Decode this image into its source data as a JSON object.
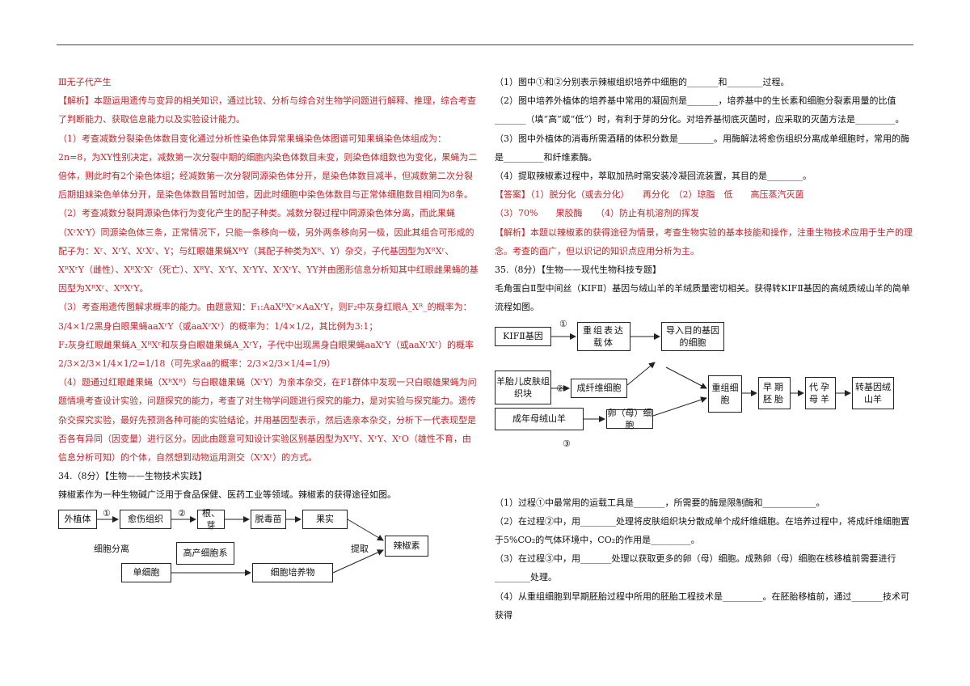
{
  "left": {
    "paras": [
      {
        "text": "Ⅲ无子代产生",
        "cls": "red"
      },
      {
        "text": "【解析】本题运用遗传与变异的相关知识，通过比较、分析与综合对生物学问题进行解释、推理，综合考查了判断能力、获取信息能力以及实验设计能力。",
        "cls": "red"
      },
      {
        "text": "（1）考查减数分裂染色体数目变化通过分析性染色体异常果蝇染色体图谱可知果蝇染色体组成为：2n=8，为XY性别决定，减数第一次分裂中期的细胞内染色体数目未变，则染色体组数也为变化，果蝇为二倍体，则此时有2个染色体组；经减数第一次分裂同源染色体分开，是染色体数目减半，但减数第二次分裂后期姐妹染色单体分开，是染色体数目暂时加倍，因此时细胞中染色体数目与正常体细胞数目相同为8条。",
        "cls": "red"
      },
      {
        "text": "（2）考查减数分裂同源染色体行为变化产生的配子种类。减数分裂过程中同源染色体分离，而此果蝇（XʳXʳY）同源染色体三条，正常情况下，只能一条移向一极，另外两条移向另一极，因此其组合可形成的配子为：Xʳ、XʳY、XʳXʳ、Y；与红眼雄果蝇XᴿY（其配子种类为Xᴿ、Y）杂交，子代基因型为XᴿXʳ、XᴿXʳY（雌性）、XᴿXʳXʳ（死亡）、XᴿY、XʳY、XʳYY、XʳXʳY、YY并由图形信息分析知其中红眼雌果蝇的基因型为XᴿXʳ、XᴿXʳY。",
        "cls": "red"
      },
      {
        "text": "（3）考查用遗传图解求概率的能力。由题意知：F₁:AaXᴿXʳ×AaXʳY，则F₂中灰身红眼A_Xᴿ_的概率为：3/4×1/2黑身白眼果蝇aaXʳY（或aaXʳXʳ）的概率为：1/4×1/2，其比例为3:1；",
        "cls": "red"
      },
      {
        "text": "F₂灰身红眼雌果蝇A_XᴿXʳ和灰身白眼雄果蝇A_XʳY，子代中出现黑身白眼果蝇aaXʳY（或aaXʳXʳ）的概率2/3×2/3×1/4×1/2=1/18（可先求aa的概率：2/3×2/3×1/4=1/9）",
        "cls": "red"
      },
      {
        "text": "（4）题通过红眼雌果蝇（XᴿXᴿ）与白眼雄果蝇（XʳY）为亲本杂交，在F1群体中发现一只白眼雄果蝇为问题情境考查设计实验，问题探究的能力，考查了对生物学问题进行探究的能力，是对实验与探究能力。遗传杂交探究实验，最好先预测各种可能的实验结论，并用基因型表示，然后选亲本杂交，分析下一代表现型是否各有异同（因变量）进行区分。因此由题意可知设计实验区别基因型为XᴿY、XʳY、XʳO（雄性不育，由信息分析可知）的个体，自然想到动物运用测交（XʳXʳ）的方式。",
        "cls": "red"
      },
      {
        "text": "34.（8分）【生物——生物技术实践】",
        "cls": ""
      },
      {
        "text": "辣椒素作为一种生物碱广泛用于食品保健、医药工业等领域。辣椒素的获得途径如图。",
        "cls": ""
      }
    ],
    "diagram": {
      "boxes": {
        "explant": "外植体",
        "callus": "愈伤组织",
        "root_bud": "根、芽",
        "virus_free": "脱毒苗",
        "fruit": "果实",
        "capsaicin": "辣椒素",
        "high_yield": "高产细胞系",
        "single_cell": "单细胞",
        "cell_culture": "细胞培养物"
      },
      "labels": {
        "step1": "①",
        "step2": "②",
        "cell_sep": "细胞分离",
        "extract": "提取"
      }
    }
  },
  "right": {
    "paras_top": [
      {
        "text": "（1）图中①和②分别表示辣椒组织培养中细胞的_______和________过程。",
        "cls": ""
      },
      {
        "text": "（2）图中培养外植体的培养基中常用的凝固剂是_______，培养基中的生长素和细胞分裂素用量的比值_______（填“高”或“低”）时，有利于芽的分化。对培养基彻底灭菌时，应采取的灭菌方法是_________。",
        "cls": ""
      },
      {
        "text": "（3）图中外植体的消毒所需酒精的体积分数是________。用酶解法将愈伤组织分离成单细胞时，常用的酶是_________和纤维素酶。",
        "cls": ""
      },
      {
        "text": "（4）提取辣椒素过程中，萃取加热时需安装冷凝回流装置，其目的是________。",
        "cls": ""
      },
      {
        "text": "【答案】（1）脱分化（或去分化）　　再分化　（2）琼脂　低　　高压蒸汽灭菌",
        "cls": "red"
      },
      {
        "text": "（3）70%　　果胶酶　　（4）防止有机溶剂的挥发",
        "cls": "red"
      },
      {
        "text": "【解析】本题以辣椒素的获得途径为情景，考查生物实验的基本技能和操作，注重生物技术应用于生产的理念。考查的面广，但以识记的知识点应用分析为主。",
        "cls": "red"
      },
      {
        "text": "35.（8分）【生物——现代生物科技专题】",
        "cls": ""
      },
      {
        "text": "毛角蛋白Ⅱ型中间丝（KIFⅡ）基因与绒山羊的羊绒质量密切相关。获得转KIFⅡ基因的高绒质绒山羊的简单流程如图。",
        "cls": ""
      }
    ],
    "diagram": {
      "boxes": {
        "kif_gene": "KIFⅡ基因",
        "vector": "重组表达载体",
        "target_cell": "导入目的基因的细胞",
        "skin": "羊胎儿皮肤组织块",
        "fibroblast": "成纤维细胞",
        "recon_cell": "重组细胞",
        "early_embryo": "早期胚胎",
        "surrogate": "代孕母羊",
        "transgenic": "转基因绒山羊",
        "adult_goat": "成年母绒山羊",
        "oocyte": "卵（母）细胞"
      },
      "labels": {
        "s1": "①",
        "s2": "②",
        "s3": "③"
      }
    },
    "paras_bottom": [
      {
        "text": "（1）过程①中最常用的运载工具是_______，所需要的酶是限制酶和____________。",
        "cls": ""
      },
      {
        "text": "（2）在过程②中，用________处理将皮肤组织块分散成单个成纤维细胞。在培养过程中，将成纤维细胞置于5%CO₂的气体环境中，CO₂的作用是_________。",
        "cls": ""
      },
      {
        "text": "（3）在过程③中，用_______处理以获取更多的卵（母）细胞。成熟卵（母）细胞在核移植前需要进行________处理。",
        "cls": ""
      },
      {
        "text": "（4）从重组细胞到早期胚胎过程中所用的胚胎工程技术是_________。在胚胎移植前，通过_______技术可获得",
        "cls": ""
      }
    ]
  }
}
